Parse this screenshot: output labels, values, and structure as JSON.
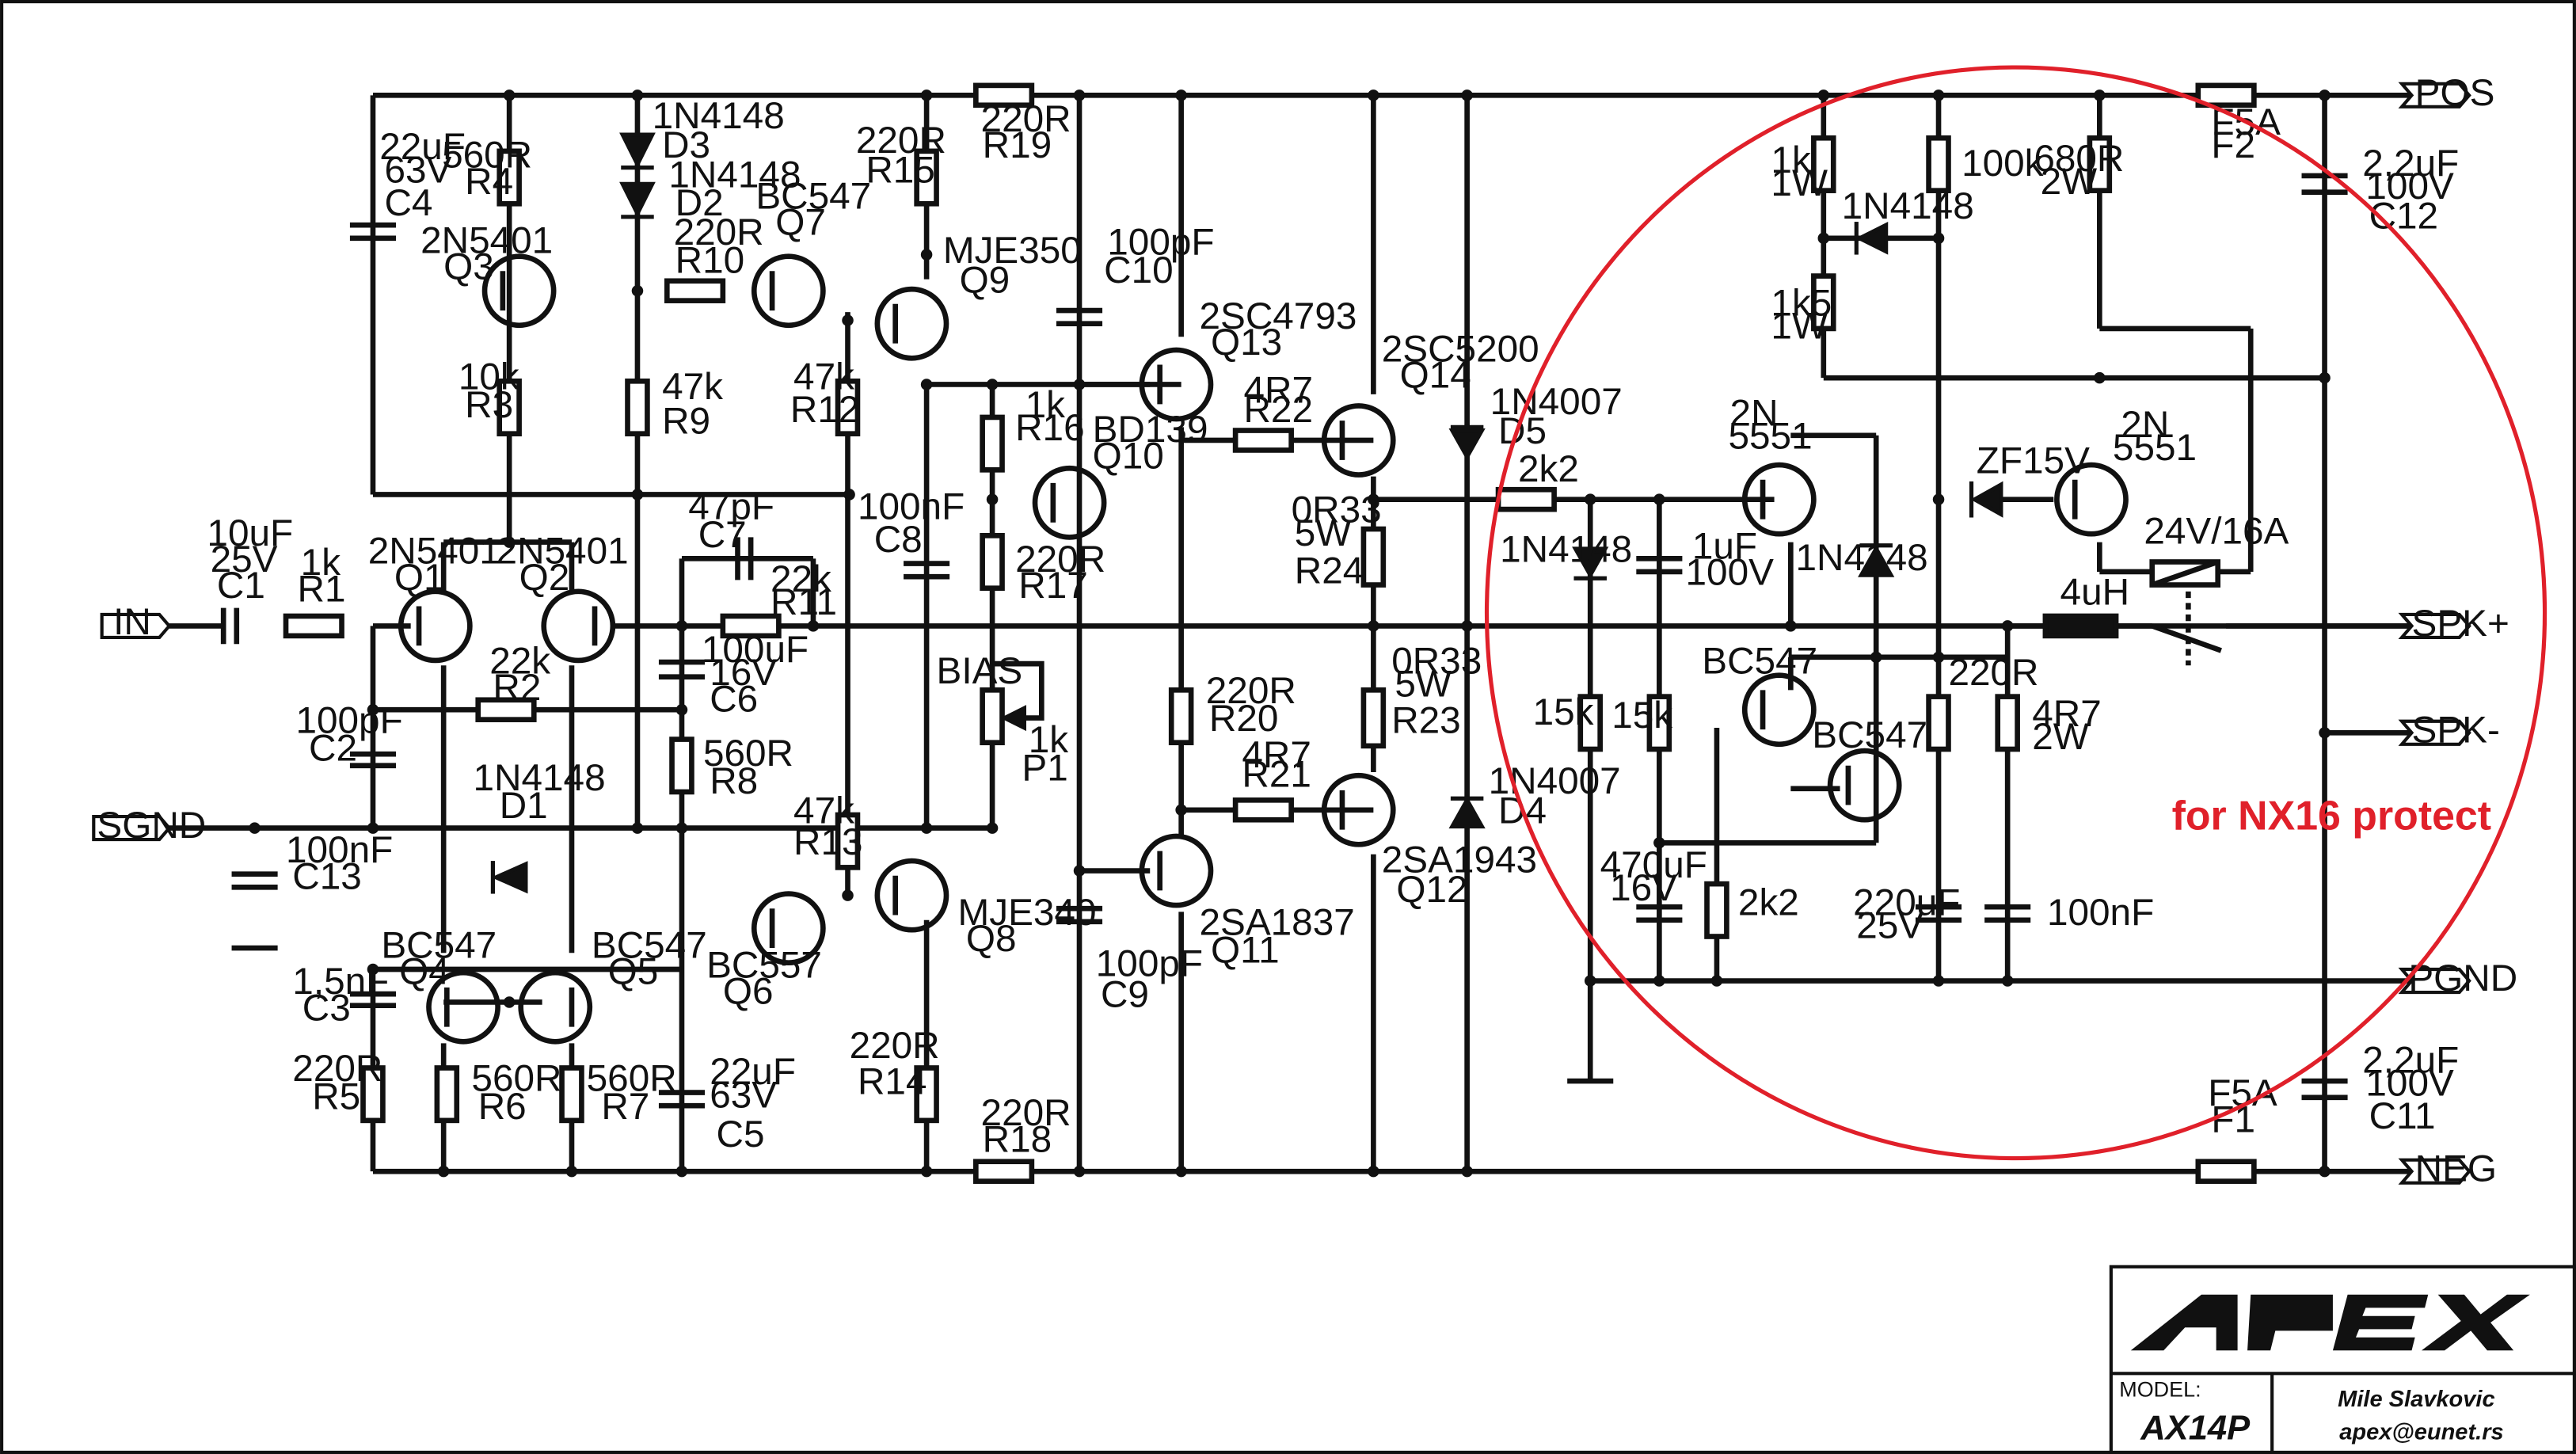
{
  "title_block": {
    "logo": "APEX",
    "model_caption": "MODEL:",
    "model": "AX14P",
    "author": "Mile Slavkovic",
    "email": "apex@eunet.rs"
  },
  "annotation": {
    "text": "for NX16 protect",
    "color": "#e0202a"
  },
  "ports": {
    "in": "IN",
    "sgnd": "SGND",
    "pos": "POS",
    "neg": "NEG",
    "spk_plus": "SPK+",
    "spk_minus": "SPK-",
    "pgnd": "PGND"
  },
  "components": {
    "c1": [
      "10uF",
      "25V",
      "C1"
    ],
    "r1": [
      "1k",
      "R1"
    ],
    "q1": [
      "2N5401",
      "Q1"
    ],
    "q2": [
      "2N5401",
      "Q2"
    ],
    "r2": [
      "22k",
      "R2"
    ],
    "c2": [
      "100pF",
      "C2"
    ],
    "d1": [
      "1N4148",
      "D1"
    ],
    "c13": [
      "100nF",
      "C13"
    ],
    "c3": [
      "1,5nF",
      "C3"
    ],
    "q4": [
      "BC547",
      "Q4"
    ],
    "q5": [
      "BC547",
      "Q5"
    ],
    "r5": [
      "220R",
      "R5"
    ],
    "r6": [
      "560R",
      "R6"
    ],
    "r7": [
      "560R",
      "R7"
    ],
    "c4": [
      "22uF",
      "63V",
      "C4"
    ],
    "r4": [
      "560R",
      "R4"
    ],
    "q3": [
      "2N5401",
      "Q3"
    ],
    "r3": [
      "10k",
      "R3"
    ],
    "d3": [
      "1N4148",
      "D3"
    ],
    "d2": [
      "1N4148",
      "D2"
    ],
    "r10": [
      "220R",
      "R10"
    ],
    "r9": [
      "47k",
      "R9"
    ],
    "q7": [
      "BC547",
      "Q7"
    ],
    "c7": [
      "47pF",
      "C7"
    ],
    "r11": [
      "22k",
      "R11"
    ],
    "c6": [
      "100uF",
      "16V",
      "C6"
    ],
    "r8": [
      "560R",
      "R8"
    ],
    "c5": [
      "22uF",
      "63V",
      "C5"
    ],
    "r15": [
      "220R",
      "R15"
    ],
    "q9": [
      "MJE350",
      "Q9"
    ],
    "r12": [
      "47k",
      "R12"
    ],
    "c8": [
      "100nF",
      "C8"
    ],
    "r13": [
      "47k",
      "R13"
    ],
    "q6": [
      "BC557",
      "Q6"
    ],
    "q8": [
      "MJE340",
      "Q8"
    ],
    "r14": [
      "220R",
      "R14"
    ],
    "r19": [
      "220R",
      "R19"
    ],
    "r18": [
      "220R",
      "R18"
    ],
    "r16": [
      "1k",
      "R16"
    ],
    "r17": [
      "220R",
      "R17"
    ],
    "q10": [
      "BD139",
      "Q10"
    ],
    "p1": [
      "BIAS",
      "1k",
      "P1"
    ],
    "c10": [
      "100pF",
      "C10"
    ],
    "c9": [
      "100pF",
      "C9"
    ],
    "q13": [
      "2SC4793",
      "Q13"
    ],
    "q11": [
      "2SA1837",
      "Q11"
    ],
    "r20": [
      "220R",
      "R20"
    ],
    "r22": [
      "4R7",
      "R22"
    ],
    "r21": [
      "4R7",
      "R21"
    ],
    "q14": [
      "2SC5200",
      "Q14"
    ],
    "q12": [
      "2SA1943",
      "Q12"
    ],
    "r24": [
      "0R33",
      "5W",
      "R24"
    ],
    "r23": [
      "0R33",
      "5W",
      "R23"
    ],
    "d5": [
      "1N4007",
      "D5"
    ],
    "d4": [
      "1N4007",
      "D4"
    ],
    "f2": [
      "F5A",
      "F2"
    ],
    "f1": [
      "F5A",
      "F1"
    ],
    "c12": [
      "2,2uF",
      "100V",
      "C12"
    ],
    "c11": [
      "2,2uF",
      "100V",
      "C11"
    ],
    "p_r1k": [
      "1k",
      "1W"
    ],
    "p_r1k5": [
      "1k5",
      "1W"
    ],
    "p_r100k": [
      "100k"
    ],
    "p_r680": [
      "680R",
      "2W"
    ],
    "p_d_top": [
      "1N4148"
    ],
    "p_r2k2": [
      "2k2"
    ],
    "p_d_left": [
      "1N4148"
    ],
    "p_c1u": [
      "1uF",
      "100V"
    ],
    "p_q_a": [
      "2N",
      "5551"
    ],
    "p_q_b": [
      "2N",
      "5551"
    ],
    "p_zener": [
      "ZF15V"
    ],
    "p_relay": [
      "24V/16A"
    ],
    "p_d_mid": [
      "1N4148"
    ],
    "p_r15k_a": [
      "15k"
    ],
    "p_r15k_b": [
      "15k"
    ],
    "p_bc1": [
      "BC547"
    ],
    "p_bc2": [
      "BC547"
    ],
    "p_c470": [
      "470uF",
      "16V"
    ],
    "p_r2k2b": [
      "2k2"
    ],
    "p_c220": [
      "220uF",
      "25V"
    ],
    "p_r220": [
      "220R"
    ],
    "p_r4r7": [
      "4R7",
      "2W"
    ],
    "p_c100n": [
      "100nF"
    ],
    "p_l": [
      "4uH"
    ]
  }
}
